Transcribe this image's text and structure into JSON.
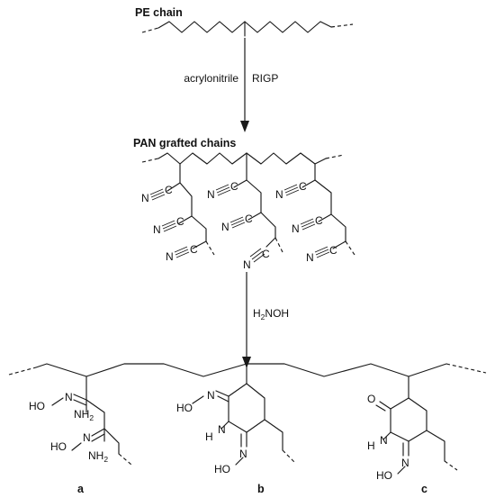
{
  "headers": {
    "pe_chain": "PE chain",
    "pan_chains": "PAN  grafted chains"
  },
  "step1": {
    "reagent": "acrylonitrile",
    "method": "RIGP"
  },
  "step2": {
    "reagent": "H",
    "reagent_sub": "2",
    "reagent_rest": "NOH"
  },
  "product_labels": [
    "a",
    "b",
    "c"
  ],
  "atoms": {
    "N": "N",
    "C": "C",
    "O": "O",
    "H": "H",
    "HO": "HO",
    "NH": "NH",
    "sub2": "2"
  },
  "colors": {
    "ink": "#1a1a1a"
  }
}
